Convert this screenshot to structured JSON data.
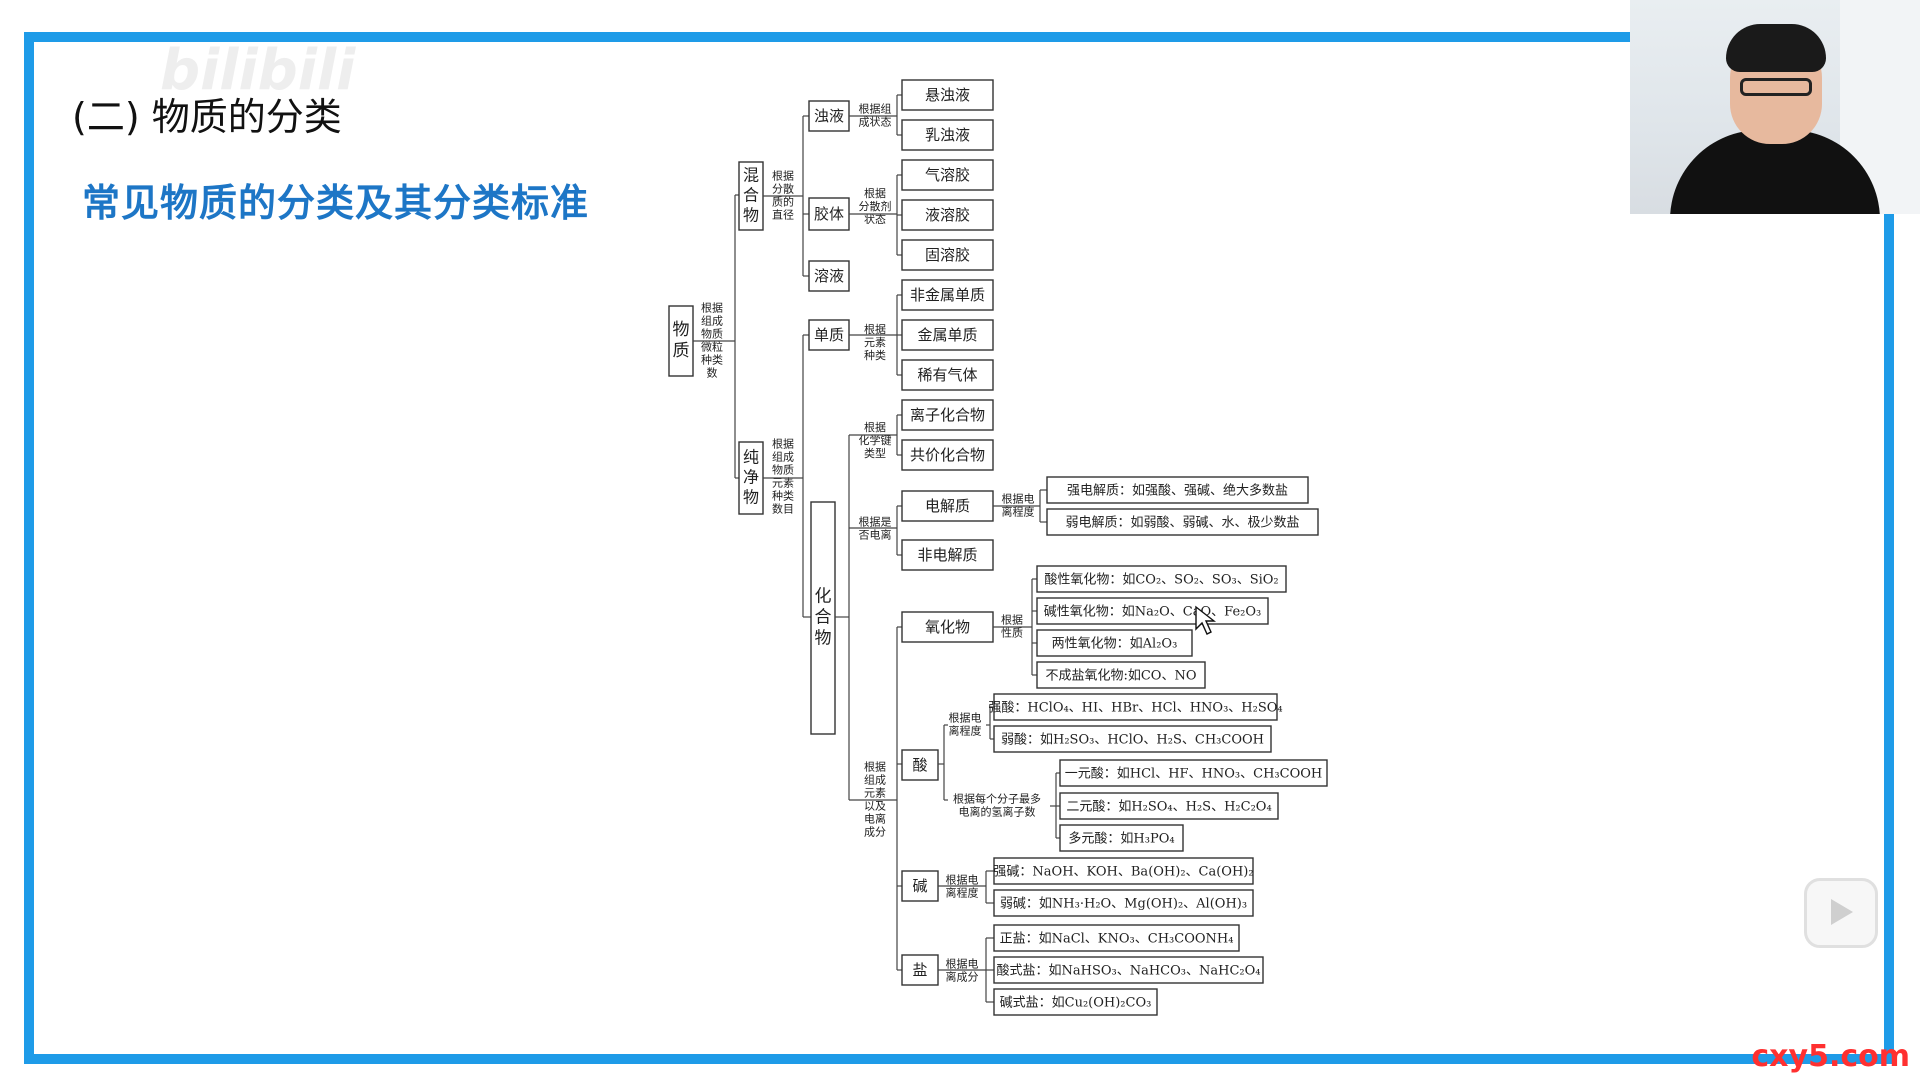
{
  "watermark": "bilibili",
  "site_watermark": "cxy5.com",
  "title": "(二) 物质的分类",
  "subtitle": "常见物质的分类及其分类标准",
  "tree": {
    "root": "物质",
    "root_criterion": [
      "根据",
      "组成",
      "物质",
      "微粒",
      "种类",
      "数"
    ],
    "mixture": {
      "label": "混合物",
      "criterion": [
        "根据",
        "分散",
        "质的",
        "直径"
      ],
      "turbid": {
        "label": "浊液",
        "criterion": [
          "根据组",
          "成状态"
        ],
        "items": [
          "悬浊液",
          "乳浊液"
        ]
      },
      "colloid": {
        "label": "胶体",
        "criterion": [
          "根据",
          "分散剂",
          "状态"
        ],
        "items": [
          "气溶胶",
          "液溶胶",
          "固溶胶"
        ]
      },
      "solution": {
        "label": "溶液"
      }
    },
    "pure": {
      "label": "纯净物",
      "criterion": [
        "根据",
        "组成",
        "物质",
        "元素",
        "种类",
        "数目"
      ],
      "element": {
        "label": "单质",
        "criterion": [
          "根据",
          "元素",
          "种类"
        ],
        "items": [
          "非金属单质",
          "金属单质",
          "稀有气体"
        ]
      },
      "compound": {
        "label": "化合物",
        "bond": {
          "criterion": [
            "根据",
            "化学键",
            "类型"
          ],
          "items": [
            "离子化合物",
            "共价化合物"
          ]
        },
        "electrolyte_split": {
          "criterion": [
            "根据是",
            "否电离"
          ],
          "electrolyte": {
            "label": "电解质",
            "criterion": [
              "根据电",
              "离程度"
            ],
            "items": [
              "强电解质：如强酸、强碱、绝大多数盐",
              "弱电解质：如弱酸、弱碱、水、极少数盐"
            ]
          },
          "nonelectrolyte": {
            "label": "非电解质"
          }
        },
        "composition": {
          "criterion": [
            "根据",
            "组成",
            "元素",
            "以及",
            "电离",
            "成分"
          ],
          "oxide": {
            "label": "氧化物",
            "criterion": [
              "根据",
              "性质"
            ],
            "items": [
              "酸性氧化物：如CO₂、SO₂、SO₃、SiO₂",
              "碱性氧化物：如Na₂O、CaO、Fe₂O₃",
              "两性氧化物：如Al₂O₃",
              "不成盐氧化物:如CO、NO"
            ]
          },
          "acid": {
            "label": "酸",
            "criterion_a": [
              "根据电",
              "离程度"
            ],
            "items_a": [
              "强酸：HClO₄、HI、HBr、HCl、HNO₃、H₂SO₄",
              "弱酸：如H₂SO₃、HClO、H₂S、CH₃COOH"
            ],
            "criterion_b": [
              "根据每个分子最多",
              "电离的氢离子数"
            ],
            "items_b": [
              "一元酸：如HCl、HF、HNO₃、CH₃COOH",
              "二元酸：如H₂SO₄、H₂S、H₂C₂O₄",
              "多元酸：如H₃PO₄"
            ]
          },
          "base": {
            "label": "碱",
            "criterion": [
              "根据电",
              "离程度"
            ],
            "items": [
              "强碱：NaOH、KOH、Ba(OH)₂、Ca(OH)₂",
              "弱碱：如NH₃·H₂O、Mg(OH)₂、Al(OH)₃"
            ]
          },
          "salt": {
            "label": "盐",
            "criterion": [
              "根据电",
              "离成分"
            ],
            "items": [
              "正盐：如NaCl、KNO₃、CH₃COONH₄",
              "酸式盐：如NaHSO₃、NaHCO₃、NaHC₂O₄",
              "碱式盐：如Cu₂(OH)₂CO₃"
            ]
          }
        }
      }
    }
  }
}
